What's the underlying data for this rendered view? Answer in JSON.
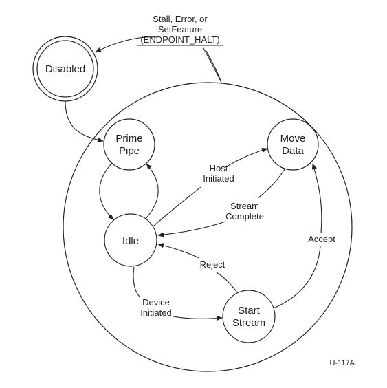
{
  "states": {
    "disabled": "Disabled",
    "prime_pipe": [
      "Prime",
      "Pipe"
    ],
    "move_data": [
      "Move",
      "Data"
    ],
    "idle": "Idle",
    "start_stream": [
      "Start",
      "Stream"
    ]
  },
  "transitions": {
    "halt": [
      "Stall, Error, or",
      "SetFeature",
      "(ENDPOINT_HALT)"
    ],
    "host_initiated": [
      "Host",
      "Initiated"
    ],
    "stream_complete": [
      "Stream",
      "Complete"
    ],
    "reject": "Reject",
    "accept": "Accept",
    "device_initiated": [
      "Device",
      "Initiated"
    ]
  },
  "figure_id": "U-117A",
  "colors": {
    "ink": "#231f20",
    "background": "#ffffff"
  }
}
